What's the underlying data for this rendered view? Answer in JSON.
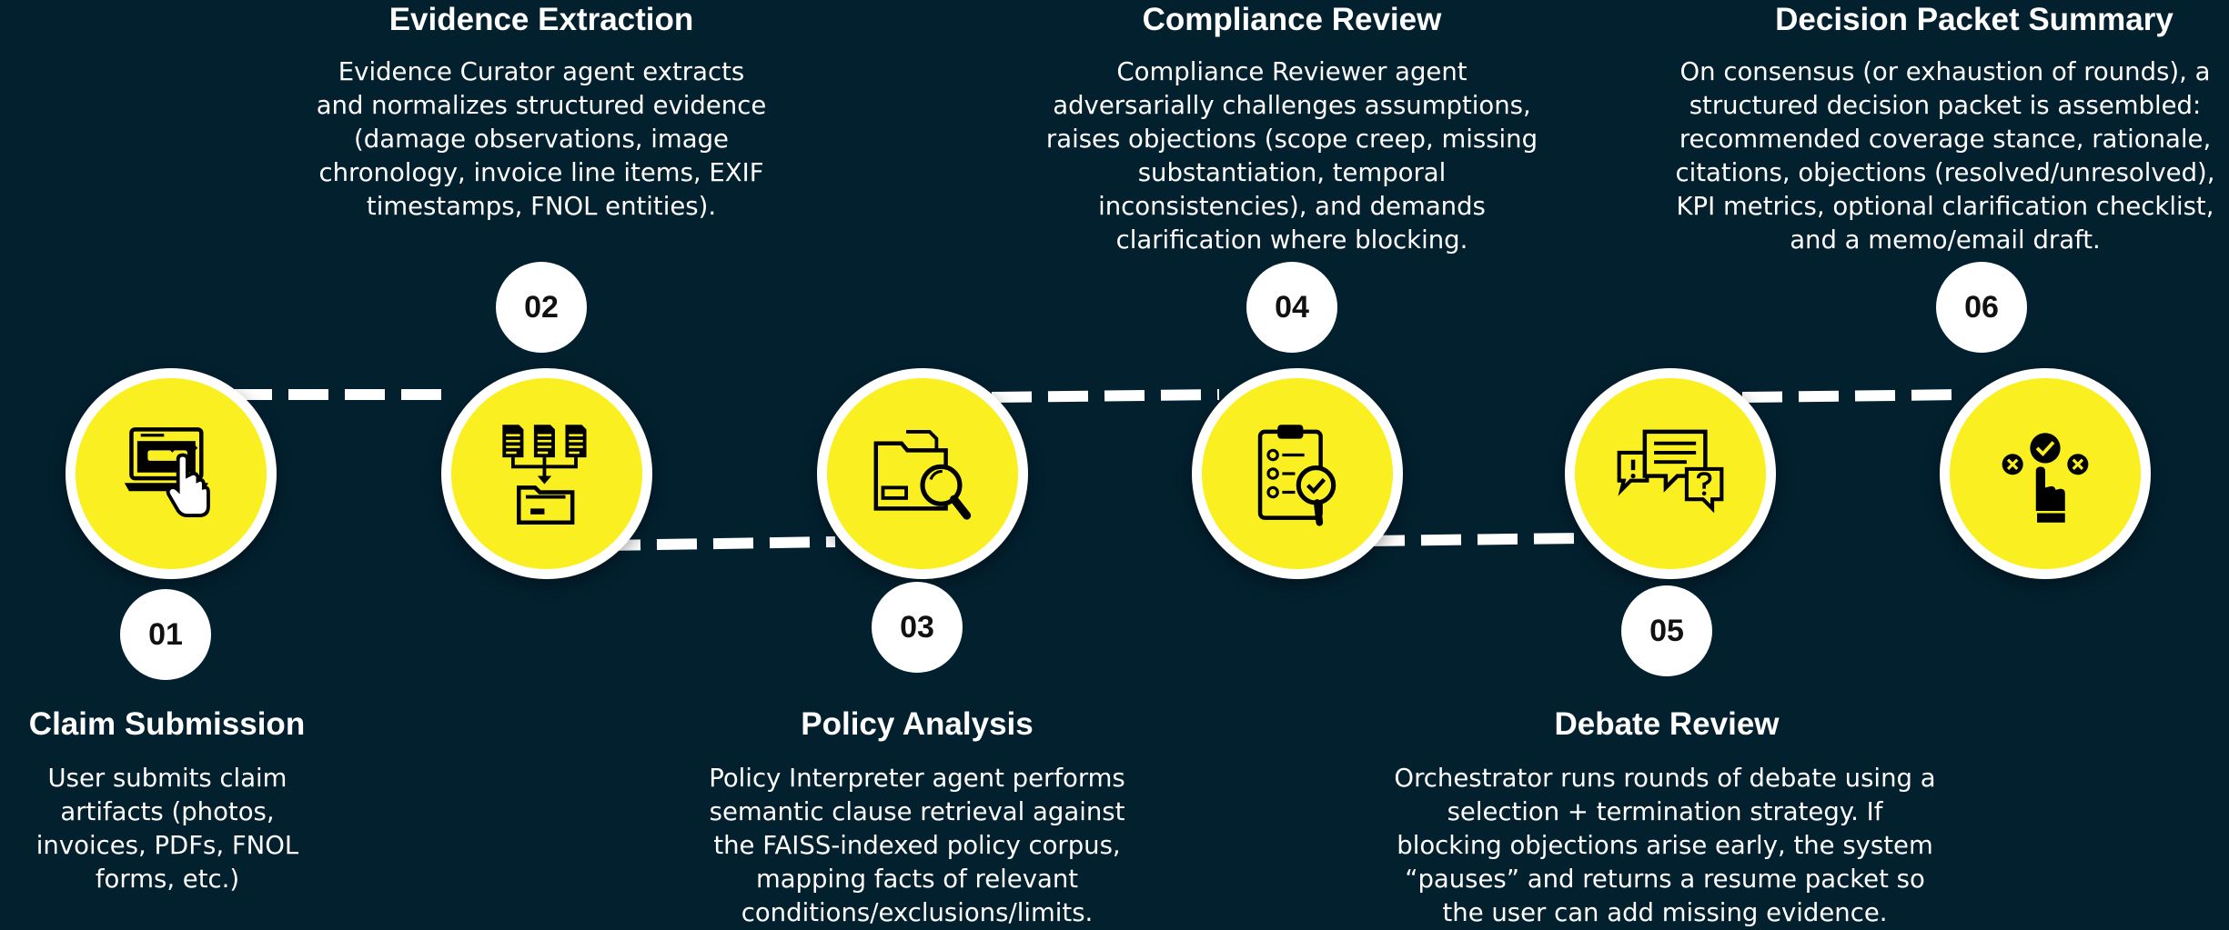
{
  "colors": {
    "background": "#03202f",
    "circle_fill": "#f9ef21",
    "circle_border": "#ffffff",
    "badge_fill": "#ffffff",
    "text": "#ffffff"
  },
  "steps": [
    {
      "number": "01",
      "title": "Claim Submission",
      "description": "User submits claim artifacts (photos, invoices, PDFs, FNOL forms, etc.)",
      "icon": "laptop-click-icon"
    },
    {
      "number": "02",
      "title": "Evidence Extraction",
      "description": "Evidence Curator agent extracts and normalizes structured evidence (damage observations, image chronology, invoice line items, EXIF timestamps, FNOL entities).",
      "icon": "documents-to-folder-icon"
    },
    {
      "number": "03",
      "title": "Policy Analysis",
      "description": "Policy Interpreter agent performs semantic clause retrieval against the FAISS-indexed policy corpus, mapping facts of relevant conditions/exclusions/limits.",
      "icon": "folder-search-icon"
    },
    {
      "number": "04",
      "title": "Compliance Review",
      "description": "Compliance Reviewer agent adversarially challenges assumptions, raises objections (scope creep, missing substantiation, temporal inconsistencies), and demands clarification where blocking.",
      "icon": "clipboard-check-icon"
    },
    {
      "number": "05",
      "title": "Debate Review",
      "description": "Orchestrator runs rounds of debate using a selection + termination strategy. If blocking objections arise early, the system “pauses” and returns a resume packet so the user can add missing evidence.",
      "icon": "chat-bubbles-icon"
    },
    {
      "number": "06",
      "title": "Decision Packet Summary",
      "description": "On consensus (or exhaustion of rounds), a structured decision packet is assembled: recommended coverage stance, rationale, citations, objections (resolved/unresolved), KPI metrics, optional clarification checklist, and a memo/email draft.",
      "icon": "hand-choose-icon"
    }
  ]
}
